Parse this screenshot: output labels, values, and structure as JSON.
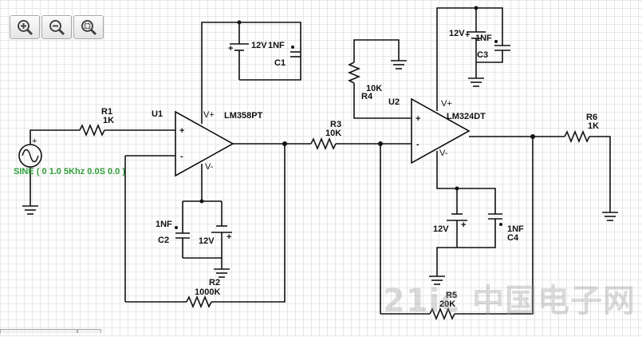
{
  "toolbar": {
    "buttons": [
      {
        "name": "zoom-in",
        "icon": "zoom-in-icon"
      },
      {
        "name": "zoom-out",
        "icon": "zoom-out-icon"
      },
      {
        "name": "zoom-fit",
        "icon": "zoom-fit-icon"
      }
    ]
  },
  "components": {
    "source": {
      "label": "SINE ( 0 1.0 5Khz 0.0S 0.0 )",
      "plus": "+"
    },
    "R1": {
      "ref": "R1",
      "value": "1K"
    },
    "R2": {
      "ref": "R2",
      "value": "1000K"
    },
    "R3": {
      "ref": "R3",
      "value": "10K"
    },
    "R4": {
      "ref": "R4",
      "value": "10K"
    },
    "R5": {
      "ref": "R5",
      "value": "20K"
    },
    "R6": {
      "ref": "R6",
      "value": "1K"
    },
    "U1": {
      "ref": "U1",
      "part": "LM358PT",
      "vplus": "V+",
      "vminus": "V-",
      "inplus": "+",
      "inminus": "-"
    },
    "U2": {
      "ref": "U2",
      "part": "LM324DT",
      "vplus": "V+",
      "vminus": "V-",
      "inplus": "+",
      "inminus": "-"
    },
    "C1": {
      "ref": "C1",
      "value": "1NF"
    },
    "C2": {
      "ref": "C2",
      "value": "1NF"
    },
    "C3": {
      "ref": "C3",
      "value": "1NF"
    },
    "C4": {
      "ref": "C4",
      "value": "1NF"
    },
    "B1": {
      "value": "12V",
      "plus": "+"
    },
    "B2": {
      "value": "12V",
      "plus": "+"
    },
    "B3": {
      "value": "12V",
      "plus": "+"
    },
    "B4": {
      "value": "12V",
      "plus": "+"
    }
  },
  "watermark": "21ic 中国电子网"
}
